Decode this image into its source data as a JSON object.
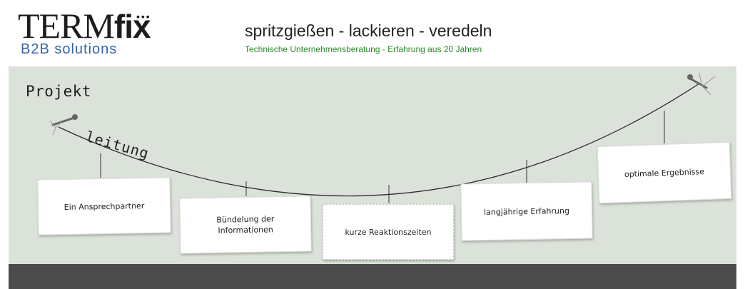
{
  "logo": {
    "term": "TERM",
    "fix": "fix",
    "dots": "•••",
    "subtitle": "B2B solutions"
  },
  "header": {
    "tagline": "spritzgießen - lackieren - veredeln",
    "subline": "Technische Unternehmensberatung - Erfahrung aus 20 Jahren"
  },
  "banner": {
    "title": "Projekt",
    "subtitle": "leitung",
    "cards": [
      "Ein Ansprechpartner",
      "Bündelung der Informationen",
      "kurze Reaktionszeiten",
      "langjährige Erfahrung",
      "optimale Ergebnisse"
    ]
  },
  "colors": {
    "banner_bg": "#dbe2d9",
    "footer_bg": "#4b4b4b",
    "subline_green": "#2a8a2a",
    "logo_blue": "#3565a7"
  }
}
